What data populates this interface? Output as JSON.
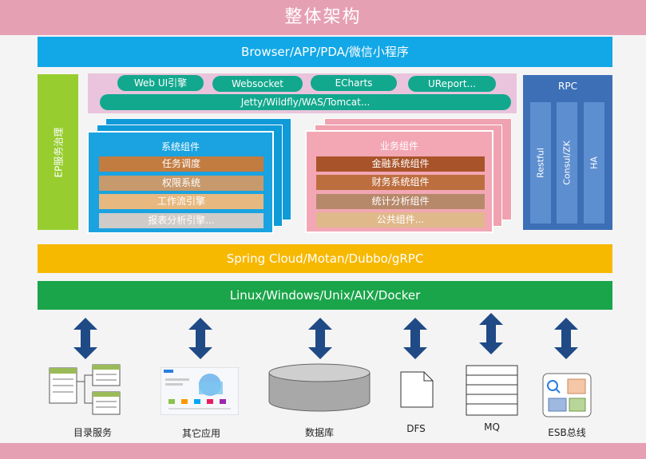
{
  "title": "整体架构",
  "layers": {
    "browser": "Browser/APP/PDA/微信小程序",
    "spring": "Spring Cloud/Motan/Dubbo/gRPC",
    "linux": "Linux/Windows/Unix/AIX/Docker"
  },
  "ep": "EP服务治理",
  "web": {
    "pills": [
      "Web UI引擎",
      "Websocket",
      "ECharts",
      "UReport..."
    ],
    "server": "Jetty/Wildfly/WAS/Tomcat..."
  },
  "system": {
    "title": "系统组件",
    "rows": [
      "任务调度",
      "权限系统",
      "工作流引擎",
      "报表分析引擎..."
    ]
  },
  "business": {
    "title": "业务组件",
    "rows": [
      "金融系统组件",
      "财务系统组件",
      "统计分析组件",
      "公共组件..."
    ]
  },
  "rpc": {
    "title": "RPC",
    "cols": [
      "Restful",
      "Consul/ZK",
      "HA"
    ]
  },
  "bottom": [
    "目录服务",
    "其它应用",
    "数据库",
    "DFS",
    "MQ",
    "ESB总线"
  ],
  "colors": {
    "title": "#e6a0b4",
    "browser": "#12a7e6",
    "spring": "#f7b800",
    "linux": "#1aa54a",
    "ep": "#97cd2f",
    "pill": "#12a88e",
    "arrow": "#1f4a86"
  }
}
